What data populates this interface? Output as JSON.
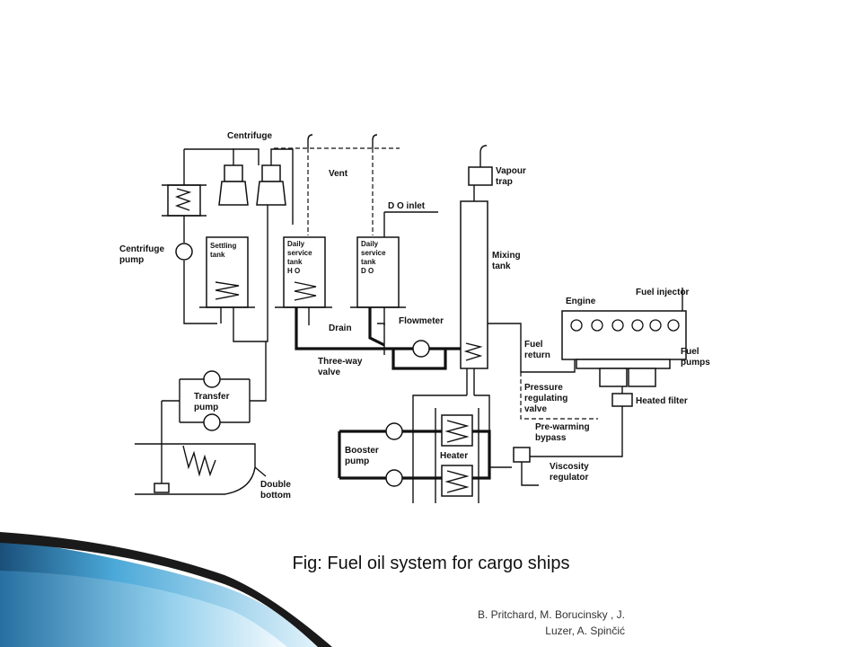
{
  "diagram": {
    "labels": {
      "centrifuge": "Centrifuge",
      "vent": "Vent",
      "do_inlet": "D O  inlet",
      "vapour_trap_1": "Vapour",
      "vapour_trap_2": "trap",
      "centrifuge_pump_1": "Centrifuge",
      "centrifuge_pump_2": "pump",
      "settling_tank_1": "Settling",
      "settling_tank_2": "tank",
      "daily_ho_1": "Daily",
      "daily_ho_2": "service",
      "daily_ho_3": "tank",
      "daily_ho_4": "H O",
      "daily_do_1": "Daily",
      "daily_do_2": "service",
      "daily_do_3": "tank",
      "daily_do_4": "D O",
      "mixing_tank_1": "Mixing",
      "mixing_tank_2": "tank",
      "engine": "Engine",
      "fuel_injector": "Fuel injector",
      "fuel_pumps_1": "Fuel",
      "fuel_pumps_2": "pumps",
      "drain": "Drain",
      "flowmeter": "Flowmeter",
      "three_way_1": "Three-way",
      "three_way_2": "valve",
      "fuel_return_1": "Fuel",
      "fuel_return_2": "return",
      "pressure_reg_1": "Pressure",
      "pressure_reg_2": "regulating",
      "pressure_reg_3": "valve",
      "heated_filter": "Heated filter",
      "transfer_pump_1": "Transfer",
      "transfer_pump_2": "pump",
      "prewarming_1": "Pre-warming",
      "prewarming_2": "bypass",
      "booster_pump_1": "Booster",
      "booster_pump_2": "pump",
      "heater": "Heater",
      "viscosity_1": "Viscosity",
      "viscosity_2": "regulator",
      "double_bottom_1": "Double",
      "double_bottom_2": "bottom"
    }
  },
  "caption": "Fig: Fuel oil system for cargo ships",
  "credit": {
    "line1": "B. Pritchard,  M. Borucinsky , J.",
    "line2": "Luzer, A. Spinčić"
  },
  "colors": {
    "background": "#ffffff",
    "line": "#111111",
    "accent_light": "#bfe3f5",
    "accent_mid": "#4aa8d8",
    "accent_dark": "#1a4f7a",
    "shadow": "#1a1a1a"
  }
}
